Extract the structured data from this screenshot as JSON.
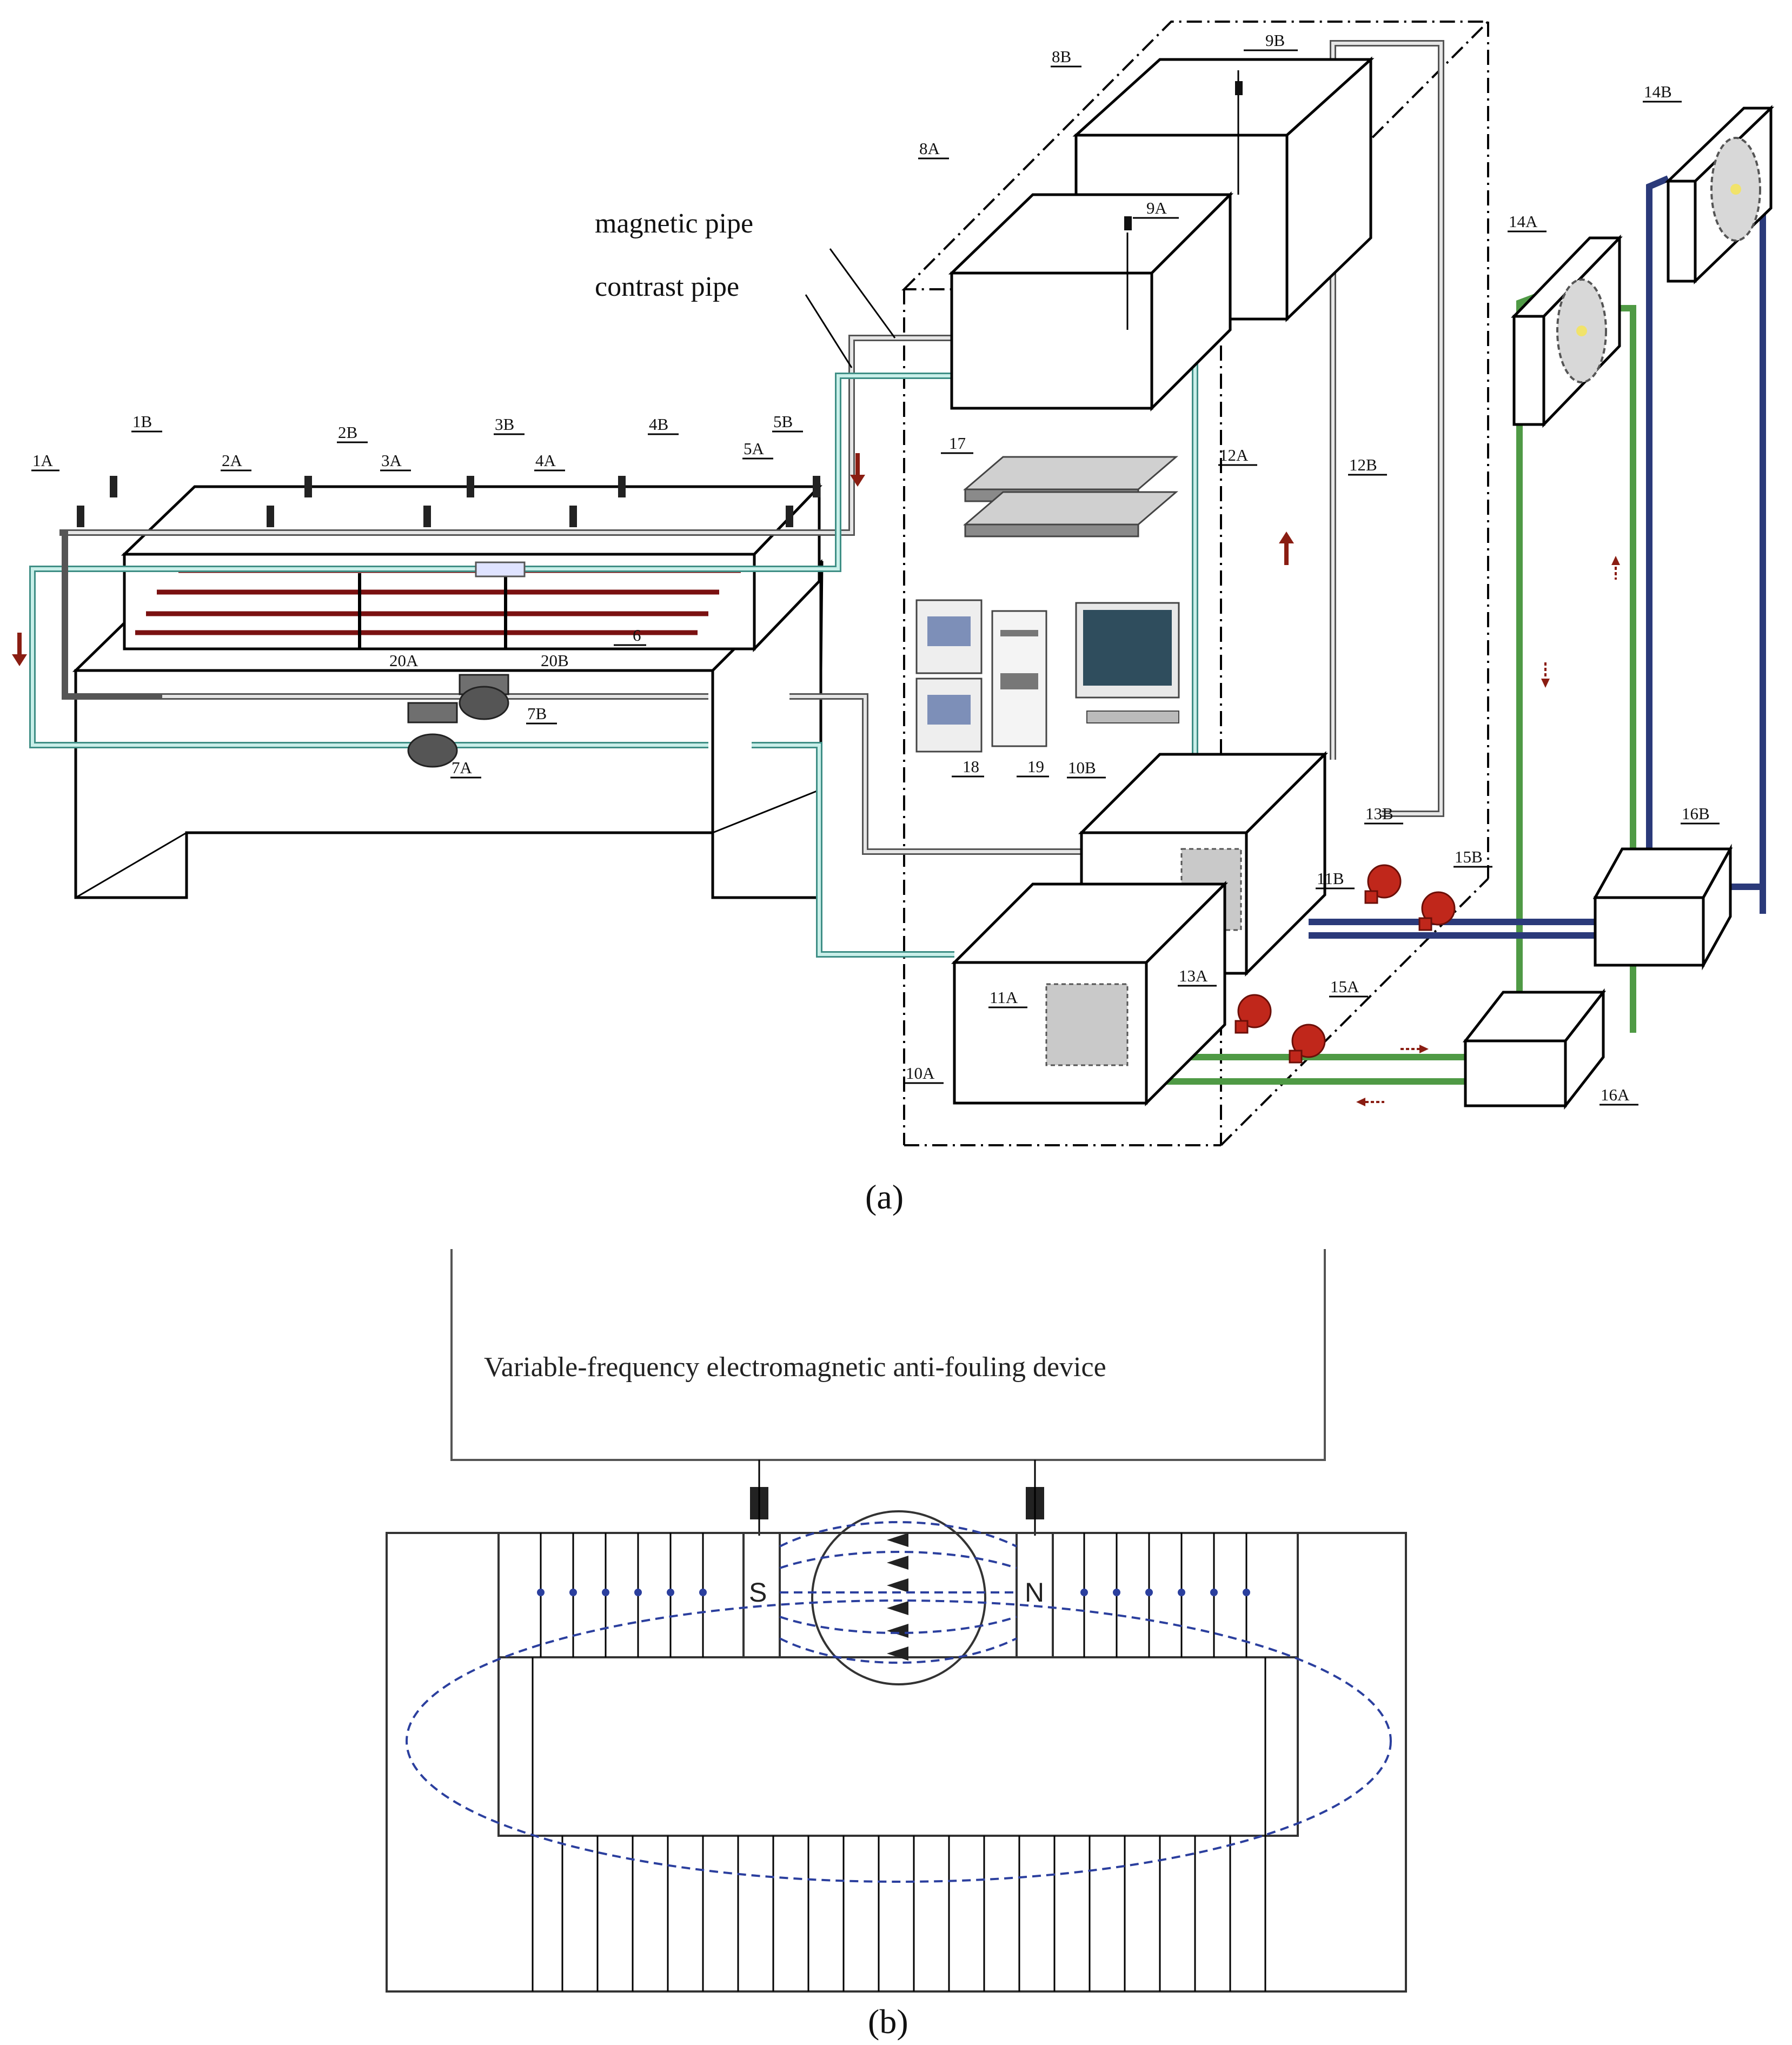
{
  "panel_a": {
    "caption": "(a)",
    "pipe_labels": [
      "magnetic pipe",
      "contrast pipe"
    ],
    "callouts": {
      "c1A": "1A",
      "c1B": "1B",
      "c2A": "2A",
      "c2B": "2B",
      "c3A": "3A",
      "c3B": "3B",
      "c4A": "4A",
      "c4B": "4B",
      "c5A": "5A",
      "c5B": "5B",
      "c6": "6",
      "c7A": "7A",
      "c7B": "7B",
      "c8A": "8A",
      "c8B": "8B",
      "c9A": "9A",
      "c9B": "9B",
      "c10A": "10A",
      "c10B": "10B",
      "c11A": "11A",
      "c11B": "11B",
      "c12A": "12A",
      "c12B": "12B",
      "c13A": "13A",
      "c13B": "13B",
      "c14A": "14A",
      "c14B": "14B",
      "c15A": "15A",
      "c15B": "15B",
      "c16A": "16A",
      "c16B": "16B",
      "c17": "17",
      "c18": "18",
      "c19": "19",
      "c20A": "20A",
      "c20B": "20B"
    }
  },
  "panel_b": {
    "caption": "(b)",
    "device_label": "Variable-frequency electromagnetic anti-fouling device",
    "pole_s": "S",
    "pole_n": "N"
  },
  "colors": {
    "pipe_magnetic": "#555555",
    "pipe_contrast": "#3f8f86",
    "pipe_cooling_a": "#4f9a45",
    "pipe_cooling_b": "#2b3a7a",
    "pump": "#c0271b",
    "field_lines": "#2b3f9e",
    "flow_arrow": "#8a1d12"
  }
}
